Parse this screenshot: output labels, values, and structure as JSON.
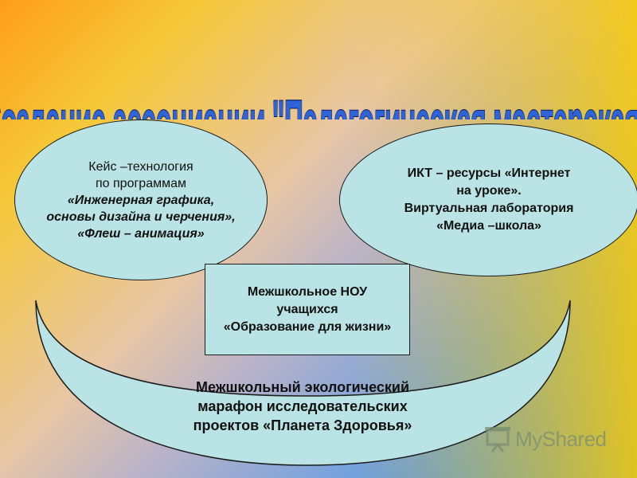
{
  "title": "Создание ассоциации \"Педагогическая мастерская\"",
  "left_ellipse": {
    "line1": "Кейс –технология",
    "line2": "по программам",
    "line3": "«Инженерная графика,",
    "line4": "основы дизайна и черчения»,",
    "line5": "«Флеш – анимация»"
  },
  "right_ellipse": {
    "line1": "ИКТ – ресурсы «Интернет",
    "line2": "на уроке».",
    "line3": "Виртуальная лаборатория",
    "line4": "«Медиа –школа»"
  },
  "center_box": {
    "line1": "Межшкольное НОУ",
    "line2": "учащихся",
    "line3": "«Образование для жизни»"
  },
  "bottom_shape": {
    "line1": "Межшкольный экологический",
    "line2": "марафон исследовательских",
    "line3": "проектов «Планета Здоровья»"
  },
  "watermark": {
    "text": "MyShared",
    "icon": "projector-screen-icon"
  },
  "colors": {
    "shape_fill": "#b9e3e4",
    "title_fill": "#2f63d8",
    "background_orange": "#ff9d1a",
    "background_blue": "#2c89f2",
    "background_yellow": "#ffd000"
  }
}
